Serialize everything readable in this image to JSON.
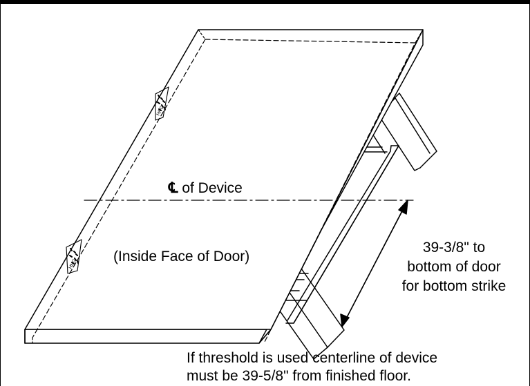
{
  "labels": {
    "centerline_symbol": "℄",
    "centerline_text": "of Device",
    "inside_face": "(Inside Face of Door)",
    "dimension_line1": "39-3/8\" to",
    "dimension_line2": "bottom of door",
    "dimension_line3": "for bottom strike",
    "note_line1": "If threshold is used centerline of device",
    "note_line2": "must be 39-5/8\" from finished floor."
  },
  "colors": {
    "line": "#000000",
    "background": "#ffffff"
  }
}
